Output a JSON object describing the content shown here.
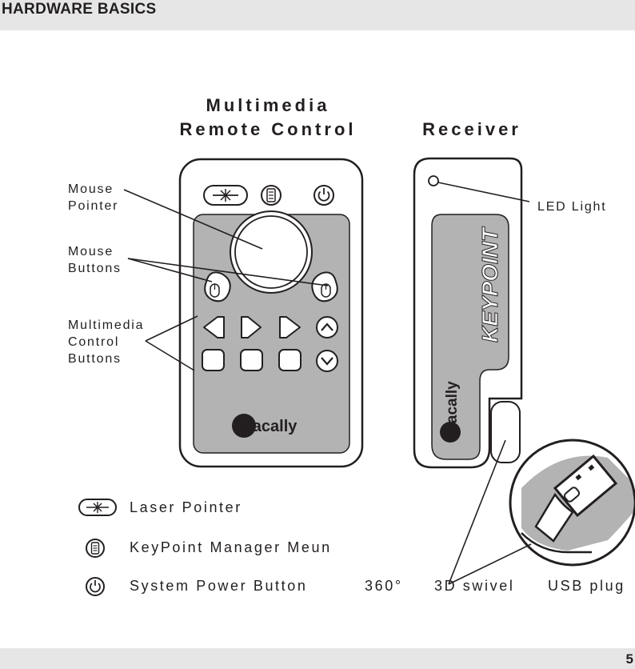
{
  "section_title": "HARDWARE BASICS",
  "page_number": "5",
  "headings": {
    "remote_line1": "Multimedia",
    "remote_line2": "Remote Control",
    "receiver": "Receiver"
  },
  "callouts": {
    "mouse_pointer_1": "Mouse",
    "mouse_pointer_2": "Pointer",
    "mouse_buttons_1": "Mouse",
    "mouse_buttons_2": "Buttons",
    "multimedia_1": "Multimedia",
    "multimedia_2": "Control",
    "multimedia_3": "Buttons",
    "led_light": "LED Light"
  },
  "legend": {
    "laser_pointer": "Laser Pointer",
    "manager_menu": "KeyPoint Manager Meun",
    "power_button": "System Power Button"
  },
  "receiver_features": {
    "swivel_degrees": "360°",
    "swivel": "3D swivel",
    "usb_plug": "USB plug"
  },
  "logos": {
    "brand": "macally",
    "product": "KEYPOINT"
  },
  "colors": {
    "ink": "#231f20",
    "panel_gray": "#b3b3b3",
    "bar_gray": "#e6e6e6"
  },
  "icons": [
    "laser-icon",
    "menu-icon",
    "power-icon",
    "mouse-button-icon",
    "arrow-left-icon",
    "play-icon",
    "forward-icon",
    "chevron-up-icon",
    "chevron-down-icon",
    "stop-icon",
    "usb-icon"
  ]
}
